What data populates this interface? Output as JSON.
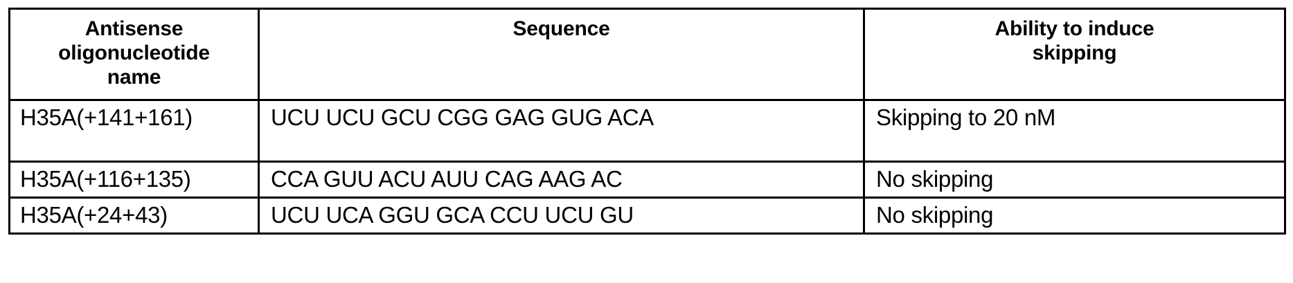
{
  "table": {
    "columns": [
      {
        "key": "name",
        "header": "Antisense oligonucleotide name"
      },
      {
        "key": "seq",
        "header": "Sequence"
      },
      {
        "key": "skip",
        "header": "Ability to induce skipping"
      }
    ],
    "header_lines": {
      "name": [
        "Antisense",
        "oligonucleotide",
        "name"
      ],
      "seq": [
        "Sequence"
      ],
      "skip": [
        "Ability to induce",
        "skipping"
      ]
    },
    "rows": [
      {
        "name": "H35A(+141+161)",
        "sequence": "UCU UCU GCU CGG GAG GUG ACA",
        "skipping": "Skipping to 20 nM"
      },
      {
        "name": "H35A(+116+135)",
        "sequence": "CCA GUU ACU AUU CAG AAG AC",
        "skipping": "No skipping"
      },
      {
        "name": "H35A(+24+43)",
        "sequence": "UCU UCA GGU GCA CCU UCU GU",
        "skipping": "No skipping"
      }
    ]
  },
  "colors": {
    "text": "#000000",
    "background": "#ffffff",
    "border": "#000000"
  }
}
